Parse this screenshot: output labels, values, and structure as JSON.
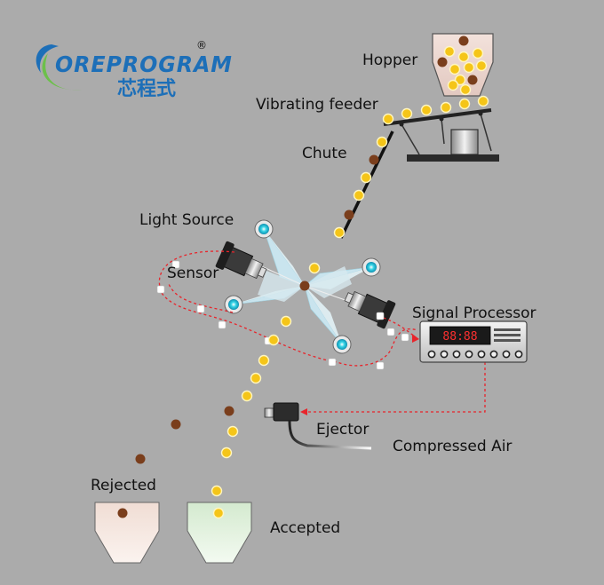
{
  "logo": {
    "brand": "OREPROGRAM",
    "trademark": "®",
    "chinese": "芯程式"
  },
  "labels": {
    "hopper": "Hopper",
    "vibrating_feeder": "Vibrating feeder",
    "chute": "Chute",
    "light_source": "Light Source",
    "sensor": "Sensor",
    "signal_processor": "Signal Processor",
    "ejector": "Ejector",
    "compressed_air": "Compressed Air",
    "rejected": "Rejected",
    "accepted": "Accepted"
  },
  "display": {
    "readout": "88:88"
  },
  "colors": {
    "background": "#ababab",
    "accepted_particle": "#f5c518",
    "rejected_particle": "#7a3e1c",
    "signal_line": "#e8242b",
    "light_beam": "#bfe8f5",
    "logo_blue": "#1d6fb8",
    "logo_green": "#6cc04a",
    "rejected_bin": "#ecd9d0",
    "accepted_bin": "#d8ecd4"
  }
}
